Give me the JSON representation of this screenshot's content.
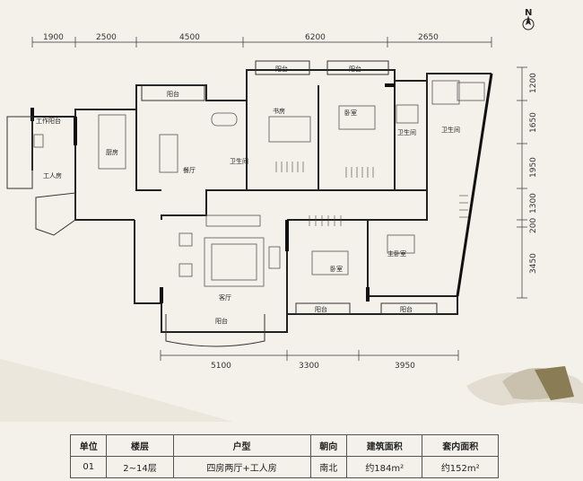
{
  "north_label": "N",
  "dimensions": {
    "top": [
      "1900",
      "2500",
      "4500",
      "6200",
      "2650"
    ],
    "bottom": [
      "5100",
      "3300",
      "3950"
    ],
    "right": [
      "1200",
      "1650",
      "1950",
      "1300",
      "200",
      "3450"
    ]
  },
  "rooms": {
    "work_balcony": "工作阳台",
    "worker_room": "工人房",
    "kitchen": "厨房",
    "dining": "餐厅",
    "balcony_top_left": "阳台",
    "balcony_study": "阳台",
    "balcony_bed": "阳台",
    "study": "书房",
    "bedroom_top": "卧室",
    "bath_left": "卫生间",
    "bath_mid": "卫生间",
    "bath_right": "卫生间",
    "living": "客厅",
    "bedroom_bottom": "卧室",
    "master_bedroom": "主卧室",
    "balcony_living": "阳台",
    "balcony_bottom_mid": "阳台",
    "balcony_bottom_right": "阳台"
  },
  "table": {
    "headers": [
      "单位",
      "楼层",
      "户型",
      "朝向",
      "建筑面积",
      "套内面积"
    ],
    "row": [
      "01",
      "2~14层",
      "四房两厅+工人房",
      "南北",
      "约184m²",
      "约152m²"
    ]
  }
}
